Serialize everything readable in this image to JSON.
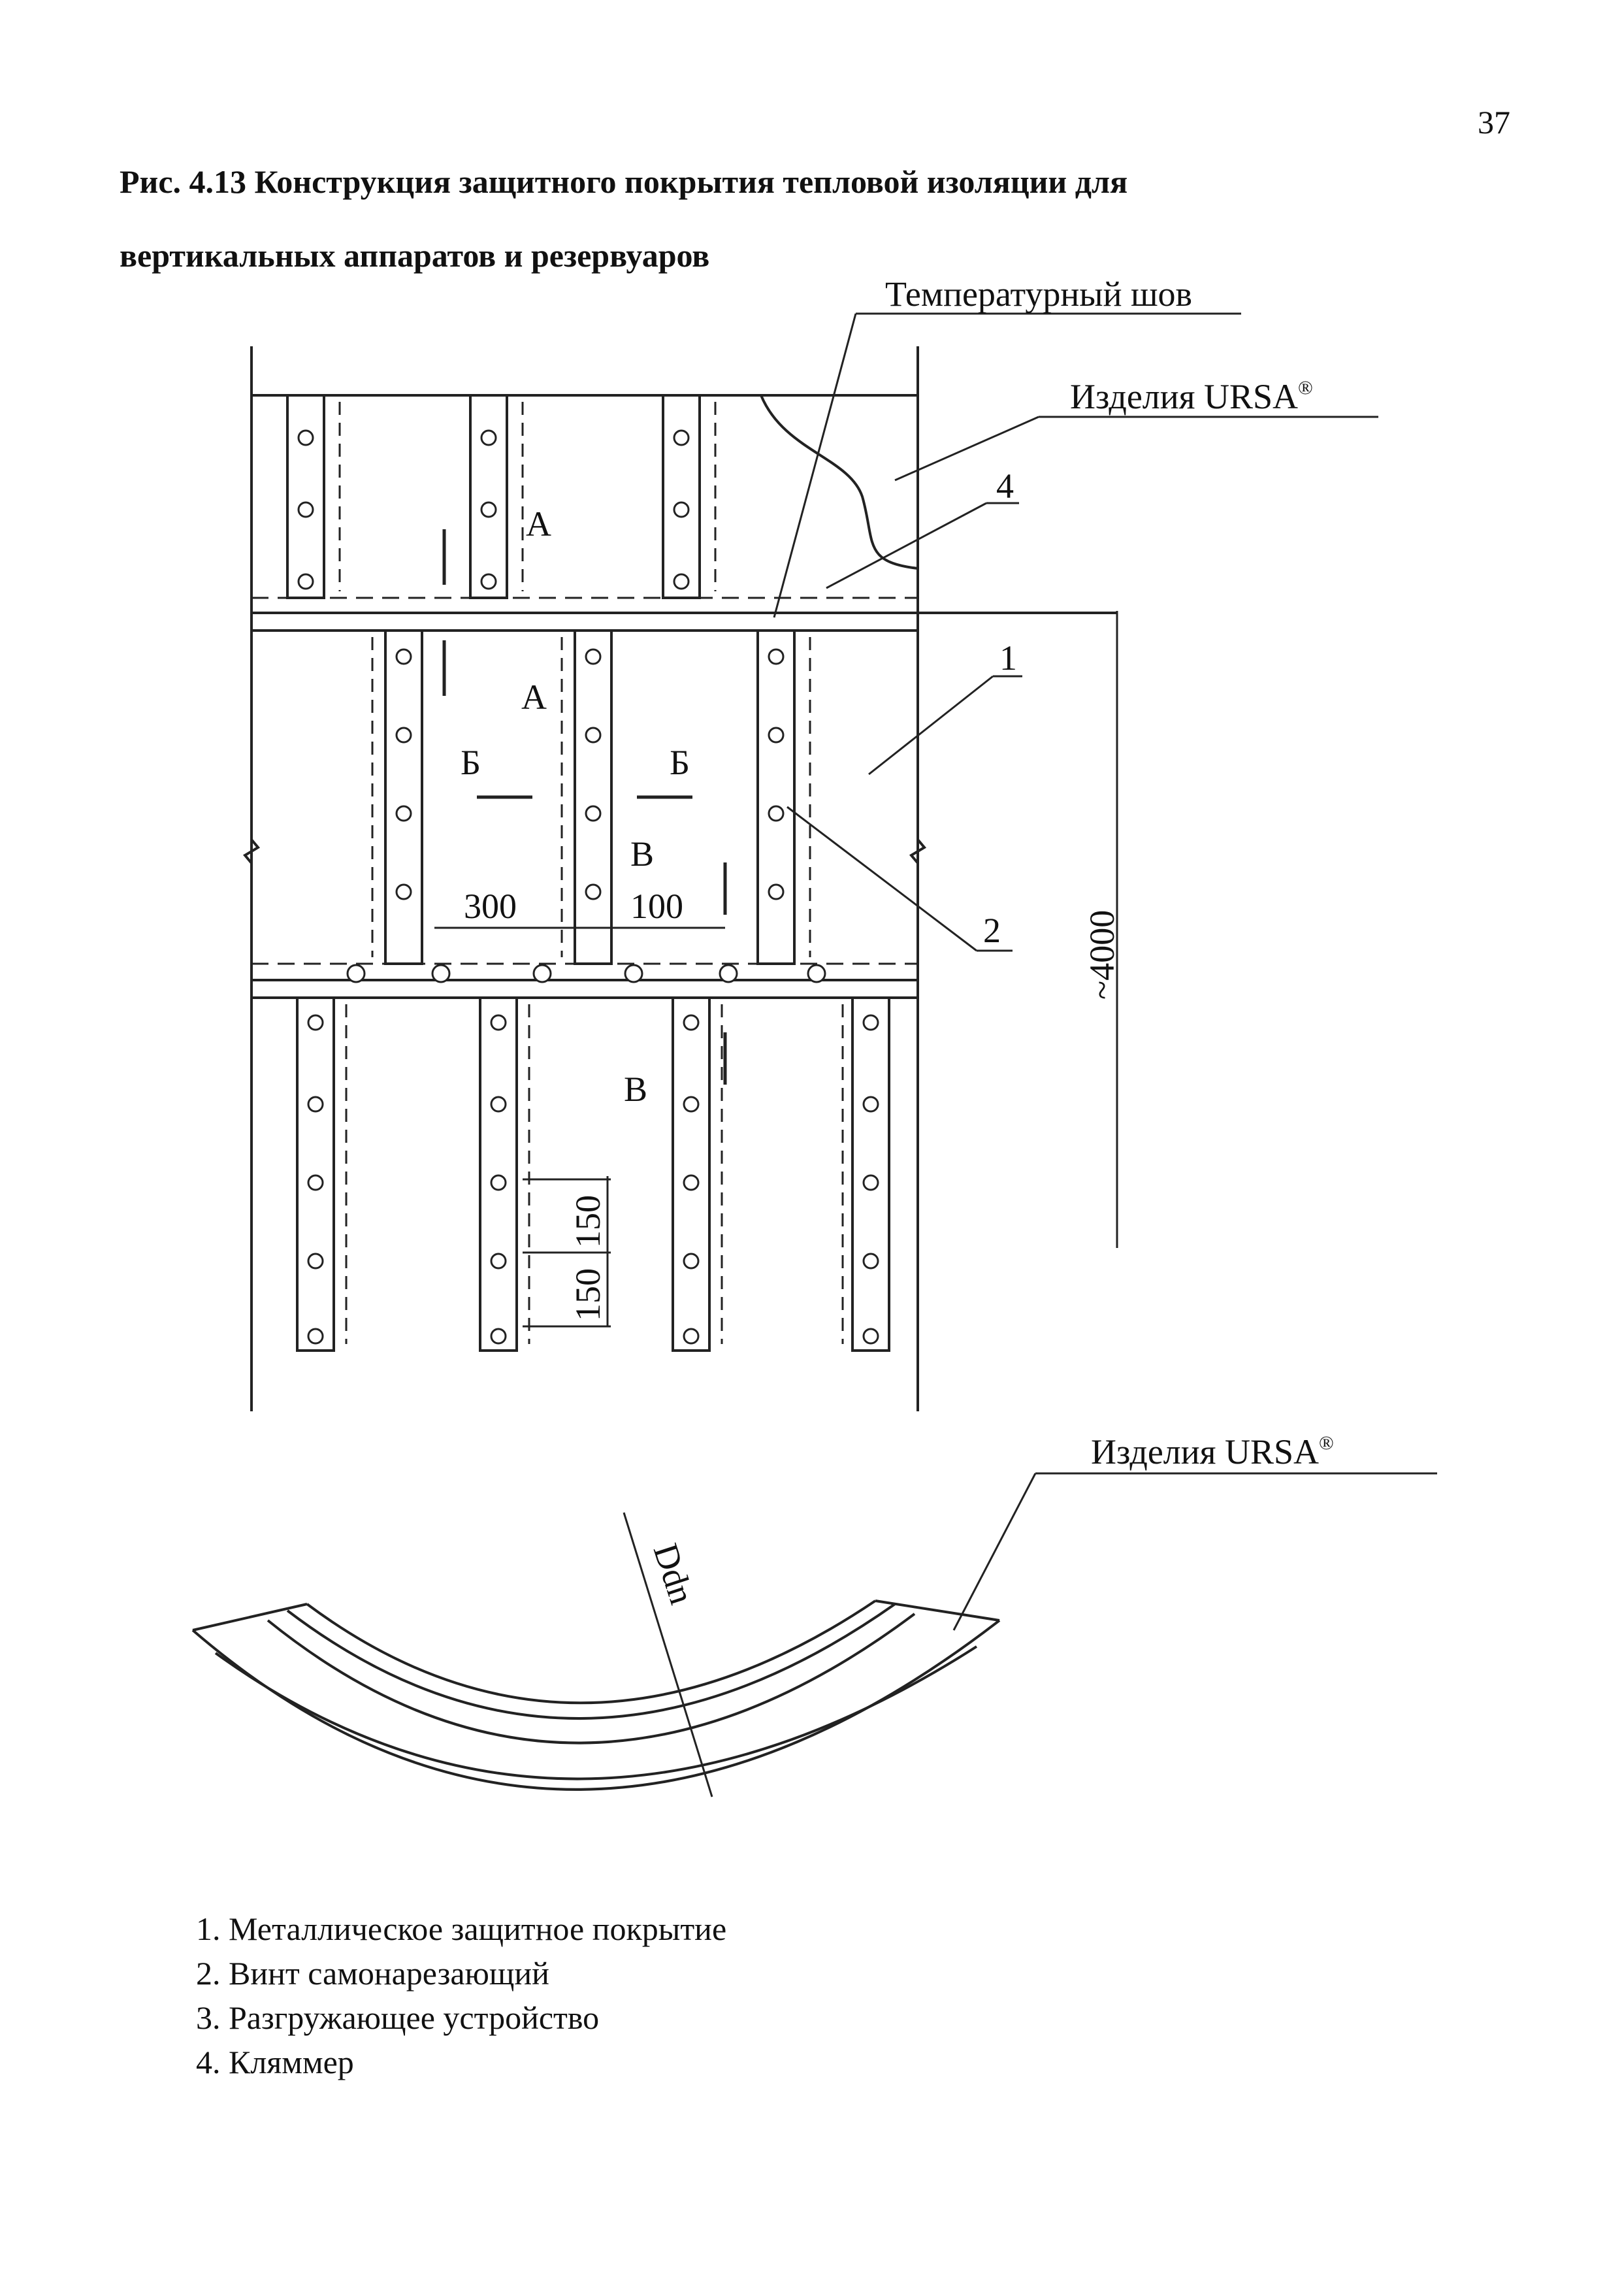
{
  "page": {
    "number": "37"
  },
  "caption": {
    "line1": "Рис. 4.13 Конструкция защитного покрытия тепловой изоляции для",
    "line2": "вертикальных  аппаратов и резервуаров"
  },
  "labels": {
    "temperature_joint": "Температурный шов",
    "ursa_top": "Изделия URSA",
    "ursa_bottom": "Изделия URSA",
    "registered_mark": "®",
    "callout_4": "4",
    "callout_1": "1",
    "callout_2": "2",
    "section_a_upper": "А",
    "section_a_lower": "А",
    "section_b_left": "Б",
    "section_b_right": "Б",
    "section_v_upper": "В",
    "section_v_lower": "В",
    "dim_300": "300",
    "dim_100": "100",
    "dim_4000": "~4000",
    "dim_150_a": "150",
    "dim_150_b": "150",
    "dim_diameter": "Ddn"
  },
  "legend": [
    "1. Металлическое защитное покрытие",
    "2. Винт самонарезающий",
    "3. Разгружающее устройство",
    "4. Кляммер"
  ]
}
